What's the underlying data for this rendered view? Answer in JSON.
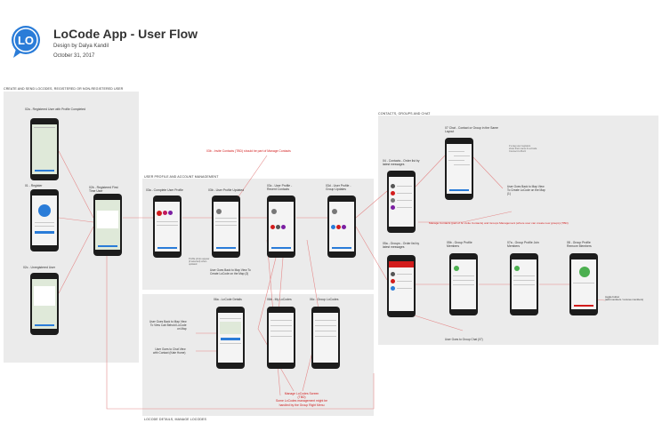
{
  "header": {
    "logo_text": "LO",
    "title": "LoCode App - User Flow",
    "designer": "Design by Dalya Kandil",
    "date": "October 31, 2017"
  },
  "sections": {
    "create_send": "CREATE AND SEND LOCODES, REGISTERED OR NON-REGISTERED USER",
    "profile": "USER PROFILE AND ACCOUNT MANAGEMENT",
    "contacts": "CONTACTS, GROUPS AND CHAT",
    "locode_details": "LOCODE DETAILS, MANAGE LOCODES"
  },
  "screens": {
    "s02a": "02a - Registered User with Profile Completed",
    "s01": "01 - Register",
    "s02c": "02c - Unregistered User",
    "s02b": "02b - Registered First Time User",
    "s03a": "03a - Complete User Profile",
    "s03b": "03b - User Profile Updated",
    "s03c": "03c - User Profile - Recent Contacts",
    "s03d": "03d - User Profile - Group Updates",
    "s04": "04 - Contacts - Order list by latest messages",
    "s05a": "05a - Groups - Order list by latest messages",
    "s05b": "05b - Group Profile Members",
    "s07": "07 Chat - Contact or Group in the Same Layout",
    "s07a": "07a - Group Profile Join Members",
    "s08": "08 - Group Profile Remove Members",
    "s06a": "06a - LoCode Details",
    "s06b": "06b - My LoCodes",
    "s06c": "06c - Group LoCodes"
  },
  "notes": {
    "invite_red": "03b - Invite Contacts (TBD) should be part of Manage Contacts",
    "back_to_map": "User Goes Back to Map View To Create LoCode on the Map (3)",
    "back_map_cab": [
      "User Goes Back to Map View",
      "To View Cab Behold LoCode",
      "on Map"
    ],
    "goes_to_chat": [
      "User Goes to Chat View",
      "with Contact (Kate Hume)"
    ],
    "chat_back_map": [
      "User Goes Back to Map View",
      "To Create LoCode on the Map",
      "(1)"
    ],
    "manage_contacts_red": "Manage Contacts (part of 3c invite Contacts) and Groups Management (where user can create new groups) (TBD)",
    "goes_to_group_chat": "User Goes to Group Chat (07)",
    "toggle_notes": [
      "toggle button",
      "(add members / remove members)"
    ],
    "manage_locodes_red": [
      "Manage LoCodes Screen",
      "(TBD)",
      "Some LoCodes management might be",
      "handled by the Group Right Menu"
    ],
    "small_notes_chat": [
      "if a tag user registers",
      "show their name & LoCode",
      "Connect to Buzz"
    ],
    "small_profile": [
      "Profile photo appear",
      "(if selected) when",
      "updated"
    ]
  },
  "colors": {
    "accent_red": "#d21c1c",
    "brand_blue": "#2a7cd8",
    "panel": "#ebebeb",
    "phone": "#1c1c1c"
  }
}
